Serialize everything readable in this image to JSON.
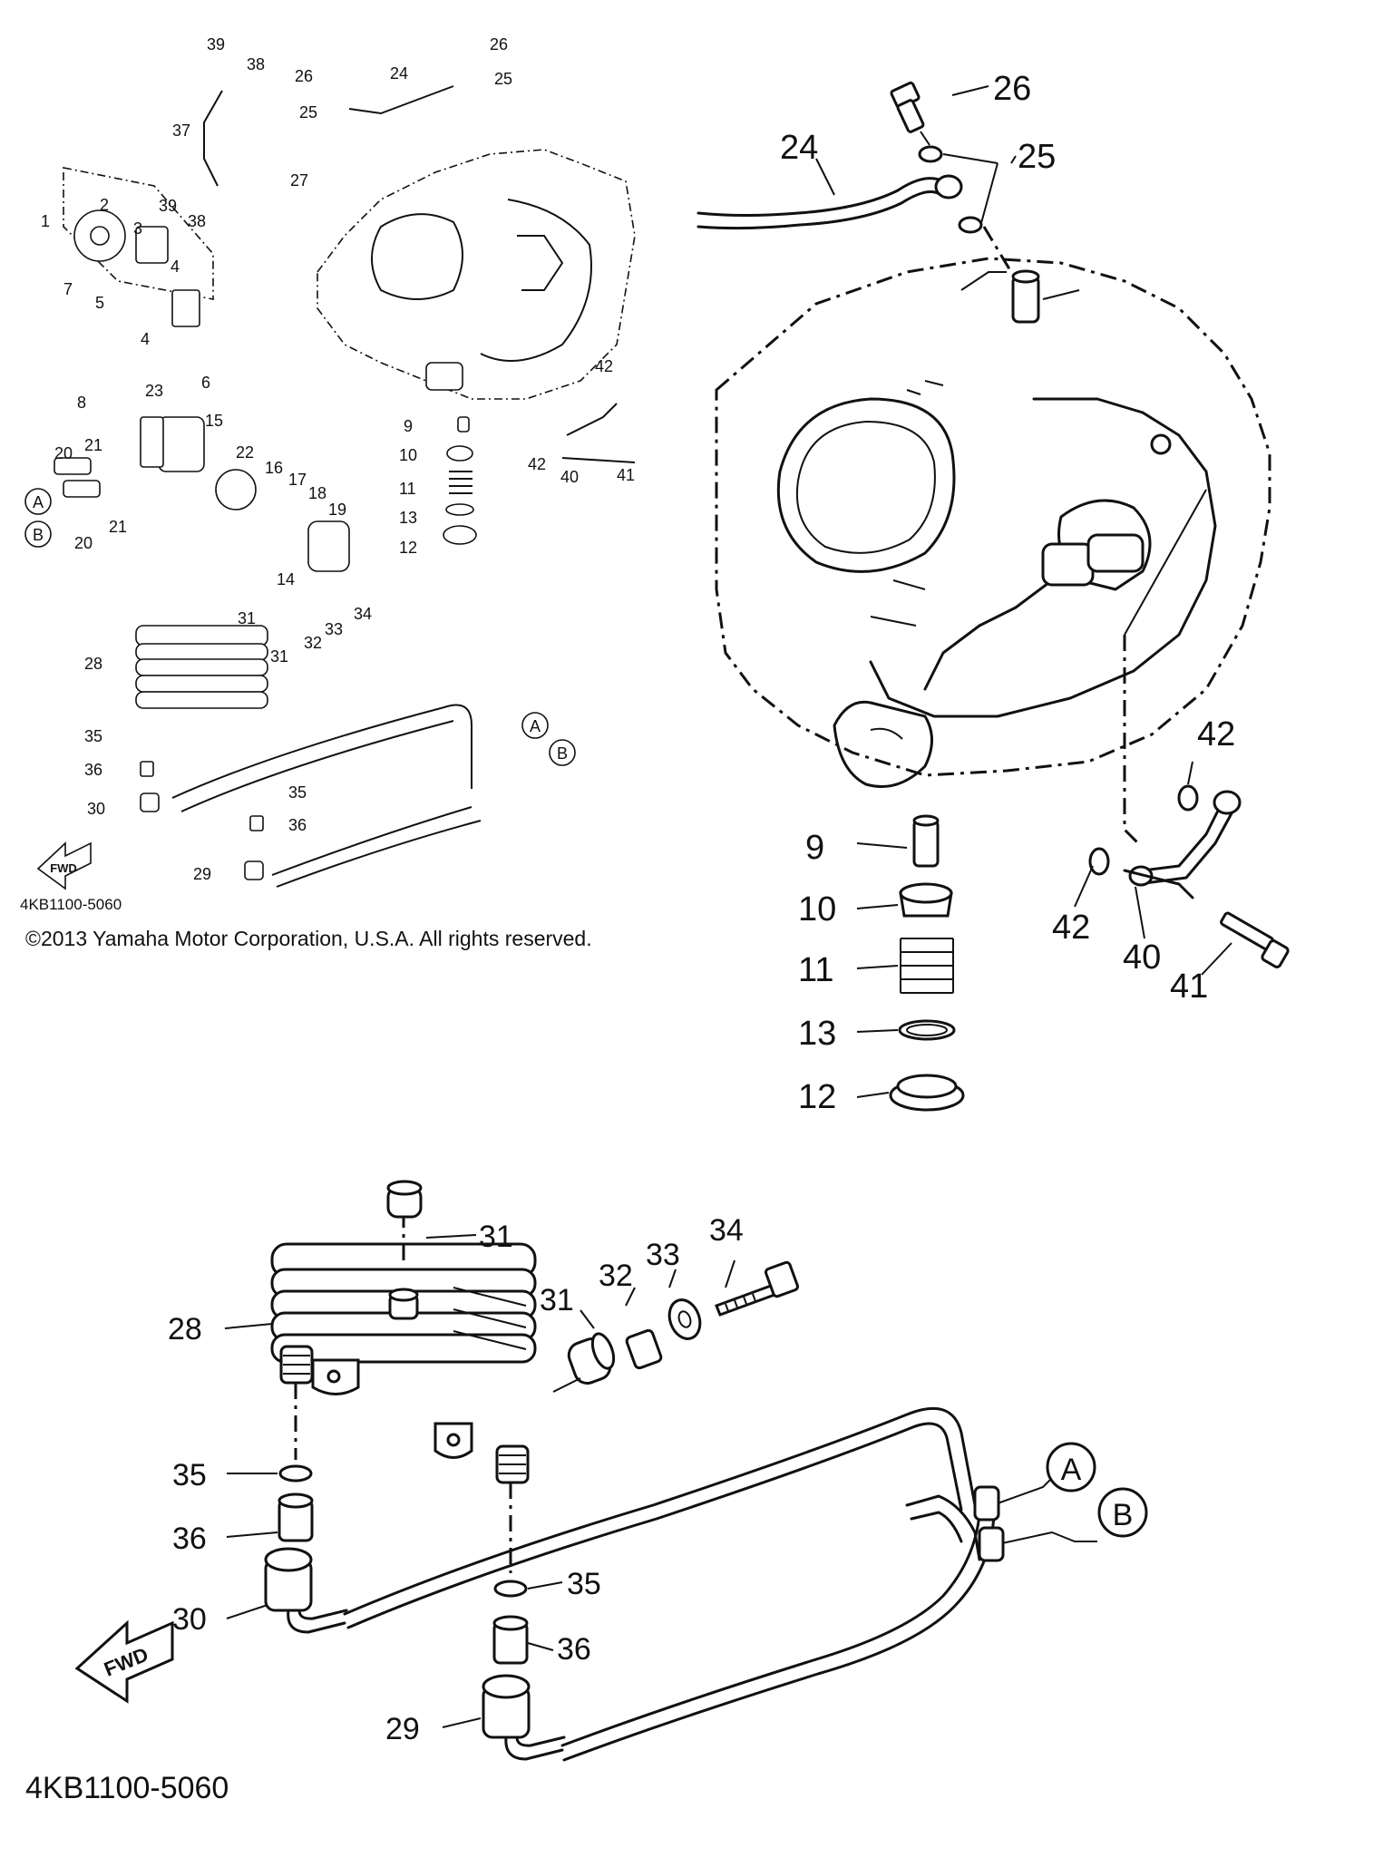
{
  "copyright": "©2013 Yamaha Motor Corporation, U.S.A. All rights reserved.",
  "diagram_code": "4KB1100-5060",
  "fwd_label": "FWD",
  "connectors": [
    "A",
    "B"
  ],
  "thumb_labels": [
    {
      "id": "1",
      "text": "1"
    },
    {
      "id": "2",
      "text": "2"
    },
    {
      "id": "3",
      "text": "3"
    },
    {
      "id": "4a",
      "text": "4"
    },
    {
      "id": "4b",
      "text": "4"
    },
    {
      "id": "5",
      "text": "5"
    },
    {
      "id": "6",
      "text": "6"
    },
    {
      "id": "7",
      "text": "7"
    },
    {
      "id": "8",
      "text": "8"
    },
    {
      "id": "9",
      "text": "9"
    },
    {
      "id": "10",
      "text": "10"
    },
    {
      "id": "11",
      "text": "11"
    },
    {
      "id": "12",
      "text": "12"
    },
    {
      "id": "13",
      "text": "13"
    },
    {
      "id": "14",
      "text": "14"
    },
    {
      "id": "15",
      "text": "15"
    },
    {
      "id": "16",
      "text": "16"
    },
    {
      "id": "17",
      "text": "17"
    },
    {
      "id": "18",
      "text": "18"
    },
    {
      "id": "19",
      "text": "19"
    },
    {
      "id": "20a",
      "text": "20"
    },
    {
      "id": "20b",
      "text": "20"
    },
    {
      "id": "21a",
      "text": "21"
    },
    {
      "id": "21b",
      "text": "21"
    },
    {
      "id": "22",
      "text": "22"
    },
    {
      "id": "23",
      "text": "23"
    },
    {
      "id": "24",
      "text": "24"
    },
    {
      "id": "25a",
      "text": "25"
    },
    {
      "id": "25b",
      "text": "25"
    },
    {
      "id": "26a",
      "text": "26"
    },
    {
      "id": "26b",
      "text": "26"
    },
    {
      "id": "27",
      "text": "27"
    },
    {
      "id": "28",
      "text": "28"
    },
    {
      "id": "29",
      "text": "29"
    },
    {
      "id": "30",
      "text": "30"
    },
    {
      "id": "31a",
      "text": "31"
    },
    {
      "id": "31b",
      "text": "31"
    },
    {
      "id": "32",
      "text": "32"
    },
    {
      "id": "33",
      "text": "33"
    },
    {
      "id": "34",
      "text": "34"
    },
    {
      "id": "35a",
      "text": "35"
    },
    {
      "id": "35b",
      "text": "35"
    },
    {
      "id": "36a",
      "text": "36"
    },
    {
      "id": "36b",
      "text": "36"
    },
    {
      "id": "37",
      "text": "37"
    },
    {
      "id": "38a",
      "text": "38"
    },
    {
      "id": "38b",
      "text": "38"
    },
    {
      "id": "39a",
      "text": "39"
    },
    {
      "id": "39b",
      "text": "39"
    },
    {
      "id": "40",
      "text": "40"
    },
    {
      "id": "41",
      "text": "41"
    },
    {
      "id": "42a",
      "text": "42"
    },
    {
      "id": "42b",
      "text": "42"
    }
  ],
  "engine_labels": [
    {
      "id": "24",
      "text": "24"
    },
    {
      "id": "25",
      "text": "25"
    },
    {
      "id": "26",
      "text": "26"
    },
    {
      "id": "9",
      "text": "9"
    },
    {
      "id": "10",
      "text": "10"
    },
    {
      "id": "11",
      "text": "11"
    },
    {
      "id": "13",
      "text": "13"
    },
    {
      "id": "12",
      "text": "12"
    },
    {
      "id": "42a",
      "text": "42"
    },
    {
      "id": "42b",
      "text": "42"
    },
    {
      "id": "40",
      "text": "40"
    },
    {
      "id": "41",
      "text": "41"
    }
  ],
  "cooler_labels": [
    {
      "id": "28",
      "text": "28"
    },
    {
      "id": "31a",
      "text": "31"
    },
    {
      "id": "31b",
      "text": "31"
    },
    {
      "id": "32",
      "text": "32"
    },
    {
      "id": "33",
      "text": "33"
    },
    {
      "id": "34",
      "text": "34"
    },
    {
      "id": "35a",
      "text": "35"
    },
    {
      "id": "36a",
      "text": "36"
    },
    {
      "id": "30",
      "text": "30"
    },
    {
      "id": "35b",
      "text": "35"
    },
    {
      "id": "36b",
      "text": "36"
    },
    {
      "id": "29",
      "text": "29"
    }
  ]
}
